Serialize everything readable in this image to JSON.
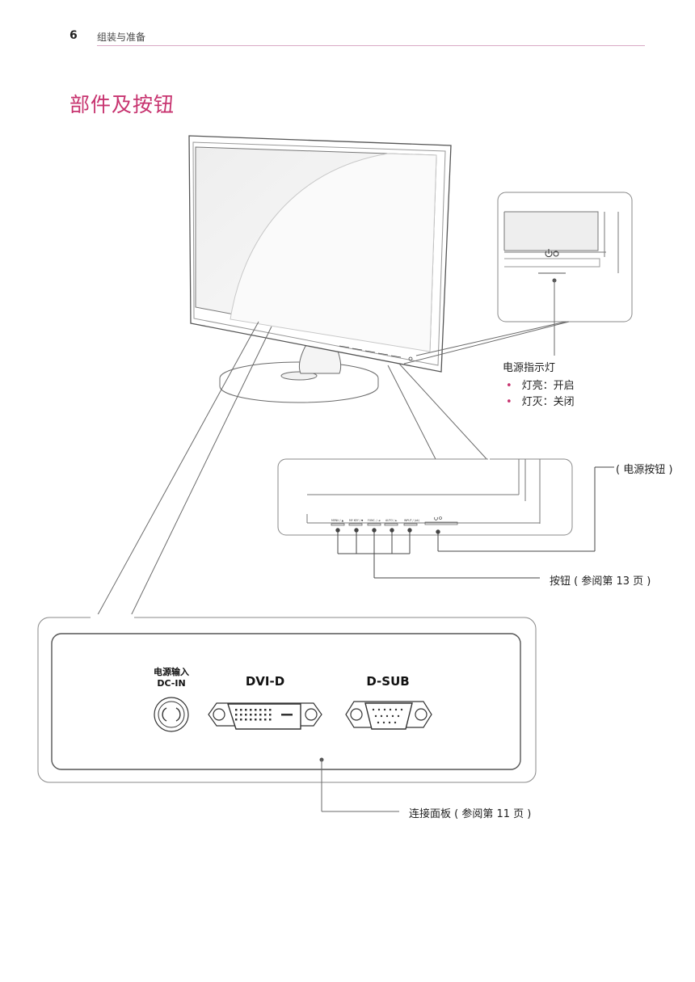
{
  "header": {
    "page_number": "6",
    "section_name": "组装与准备",
    "accent_color": "#c7336f"
  },
  "title": "部件及按钮",
  "power_indicator": {
    "title": "电源指示灯",
    "items": [
      "灯亮：开启",
      "灯灭：关闭"
    ]
  },
  "power_button_label": "( 电源按钮 )",
  "buttons_label": "按钮 ( 参阅第 13 页 )",
  "front_panel_buttons": [
    "MENU / ▲",
    "MY KEY / ▼",
    "FUNC. / ◄",
    "AUTO / ►",
    "INPUT / (ok)"
  ],
  "connection_panel": {
    "label": "连接面板 ( 参阅第 11 页 )",
    "power_input_cn": "电源输入",
    "power_input_en": "DC-IN",
    "dvi": "DVI-D",
    "dsub": "D-SUB"
  },
  "icons": [
    "power-icon",
    "power-led-icon",
    "dc-in-jack-icon",
    "dvi-d-port-icon",
    "d-sub-port-icon"
  ]
}
